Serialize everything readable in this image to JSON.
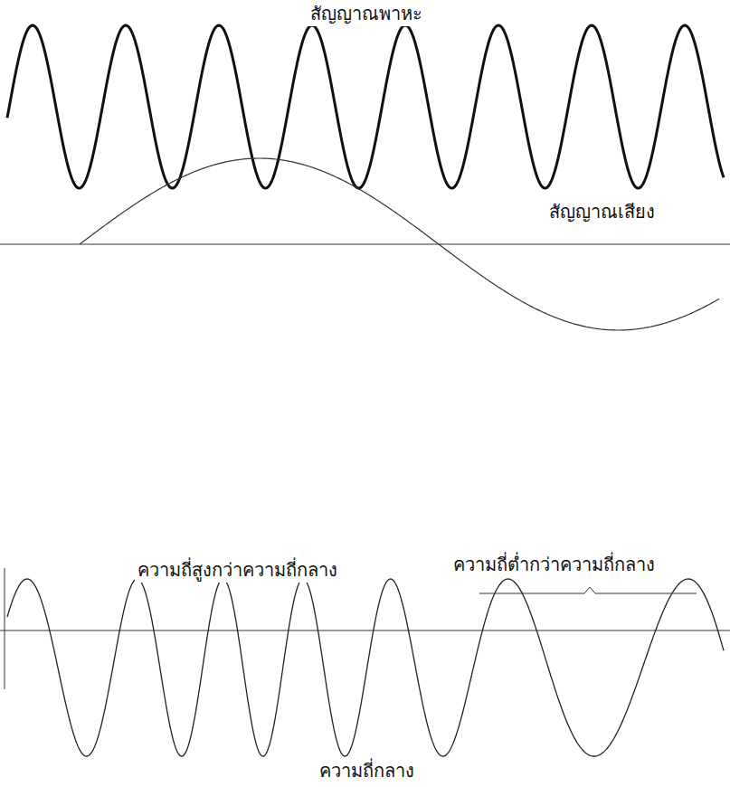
{
  "diagram": {
    "labels": [
      "สัญญาณพาหะ",
      "สัญญาณเสียง",
      "ความถี่สูงกว่าความถี่กลาง",
      "ความถี่ต่ำกว่าความถี่กลาง",
      "ความถี่กลาง"
    ]
  }
}
